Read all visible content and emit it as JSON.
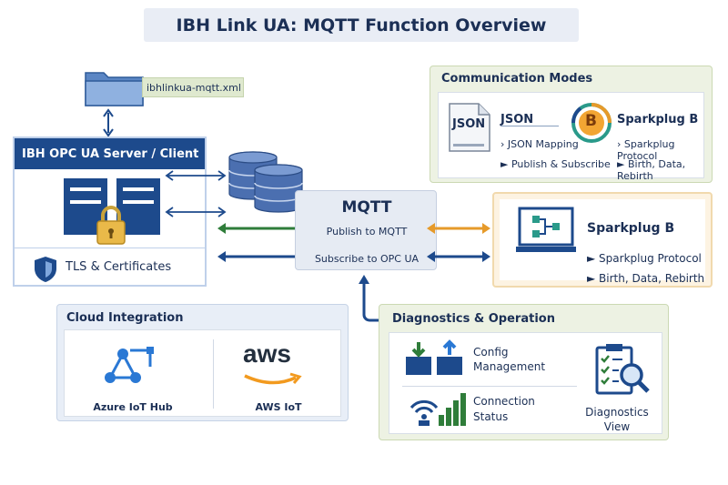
{
  "title": "IBH Link UA: MQTT Function Overview",
  "config_file": "ibhlinkua-mqtt.xml",
  "server": {
    "title": "IBH OPC UA Server / Client",
    "tls_label": "TLS & Certificates"
  },
  "mqtt": {
    "title": "MQTT",
    "publish_label": "Publish to MQTT",
    "subscribe_label": "Subscribe to OPC UA"
  },
  "communication_modes": {
    "title": "Communication Modes",
    "json": {
      "icon_text": "JSON",
      "title": "JSON",
      "items": [
        "JSON Mapping",
        "Publish & Subscribe"
      ]
    },
    "sparkplug": {
      "icon_text": "B",
      "title": "Sparkplug B",
      "items": [
        "Sparkplug Protocol",
        "Birth, Data, Rebirth"
      ]
    }
  },
  "sparkplug_box": {
    "title": "Sparkplug B",
    "items": [
      "Sparkplug Protocol",
      "Birth, Data, Rebirth"
    ]
  },
  "cloud": {
    "title": "Cloud Integration",
    "azure_label": "Azure IoT Hub",
    "aws_logo_text": "aws",
    "aws_label": "AWS IoT"
  },
  "diagnostics": {
    "title": "Diagnostics & Operation",
    "config_line1": "Config",
    "config_line2": "Management",
    "connection_line1": "Connection",
    "connection_line2": "Status",
    "view_line1": "Diagnostics",
    "view_line2": "View"
  },
  "colors": {
    "navy": "#1d4a8c",
    "green_arrow": "#2f7d3a",
    "orange_arrow": "#e69a2a",
    "blue_arrow": "#1d4a8c",
    "azure": "#2a78d4",
    "aws_orange": "#f29a1f"
  }
}
